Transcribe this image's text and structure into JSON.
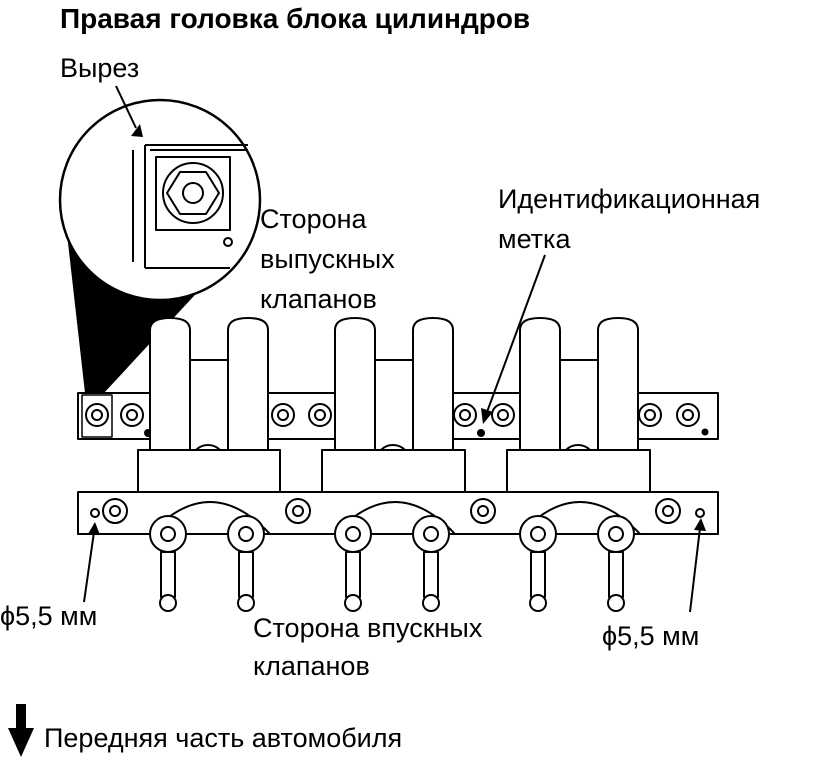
{
  "title": "Правая головка блока цилиндров",
  "labels": {
    "cutout": "Вырез",
    "exhaust_side_1": "Сторона",
    "exhaust_side_2": "выпускных",
    "exhaust_side_3": "клапанов",
    "id_mark_1": "Идентификационная",
    "id_mark_2": "метка",
    "hole_left": "ϕ5,5 мм",
    "hole_right": "ϕ5,5 мм",
    "intake_side_1": "Сторона впускных",
    "intake_side_2": "клапанов",
    "front": "Передняя часть автомобиля"
  }
}
